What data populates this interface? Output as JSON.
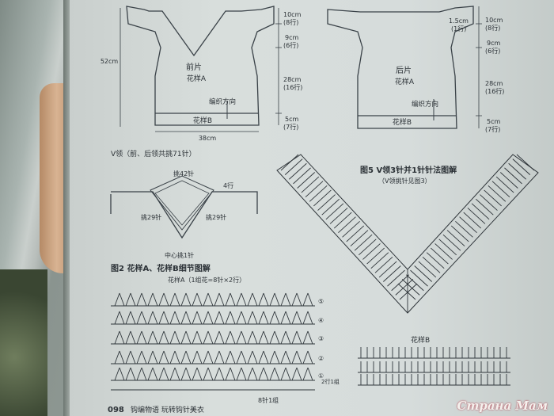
{
  "front": {
    "title": "前片",
    "pattern_a": "花样A",
    "direction": "编织方向",
    "pattern_b": "花样B",
    "left_height": "52cm",
    "bottom_width": "38cm",
    "dims": [
      [
        "10cm",
        "(8行)"
      ],
      [
        "9cm",
        "(6行)"
      ],
      [
        "28cm",
        "(16行)"
      ],
      [
        "5cm",
        "(7行)"
      ]
    ]
  },
  "back": {
    "title": "后片",
    "pattern_a": "花样A",
    "direction": "编织方向",
    "pattern_b": "花样B",
    "neck_dim": "1.5cm",
    "neck_rows": "(1行)",
    "dims": [
      [
        "10cm",
        "(8行)"
      ],
      [
        "9cm",
        "(6行)"
      ],
      [
        "28cm",
        "(16行)"
      ],
      [
        "5cm",
        "(7行)"
      ]
    ]
  },
  "vneck": {
    "caption": "V领（前、后领共挑71针）",
    "top_count": "挑42针",
    "right_count": "4行",
    "left_count": "挑29针",
    "right_count2": "挑29针",
    "center": "中心挑1针"
  },
  "fig2": {
    "caption": "图2   花样A、花样B细节图解",
    "pattern_a_label": "花样A（1组花=8针×2行）",
    "rows": [
      "⑤",
      "④",
      "③",
      "②",
      "①"
    ],
    "repeat": "2行1组",
    "repeat_bottom": "8针1组"
  },
  "fig5": {
    "caption": "图5   V领3针并1针针法图解",
    "sub": "（V领挑针见图3）"
  },
  "pattern_b": {
    "label": "花样B"
  },
  "footer": {
    "page": "098",
    "text": "钩编物语   玩转钩针美衣"
  },
  "watermark": {
    "text": "Страна Мам"
  }
}
